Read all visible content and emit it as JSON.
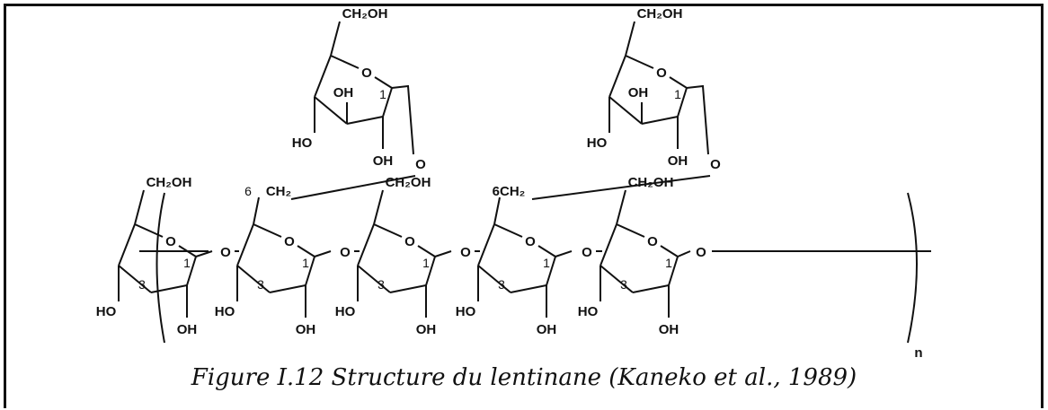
{
  "figure": {
    "caption": "Figure I.12 Structure du lentinane (Kaneko et al., 1989)"
  },
  "labels": {
    "ring_oxygen": "O",
    "glycosidic_oxygen": "O",
    "hydroxymethyl": "CH₂OH",
    "hydroxyl_right": "OH",
    "hydroxyl_left": "HO",
    "methylene": "CH₂",
    "methylene_6": "6CH₂",
    "position_1": "1",
    "position_3": "3",
    "position_6": "6",
    "repeat_subscript": "n"
  },
  "structure": {
    "backbone_units": 5,
    "branched_units": [
      2,
      4
    ],
    "side_chain_units": 2
  }
}
